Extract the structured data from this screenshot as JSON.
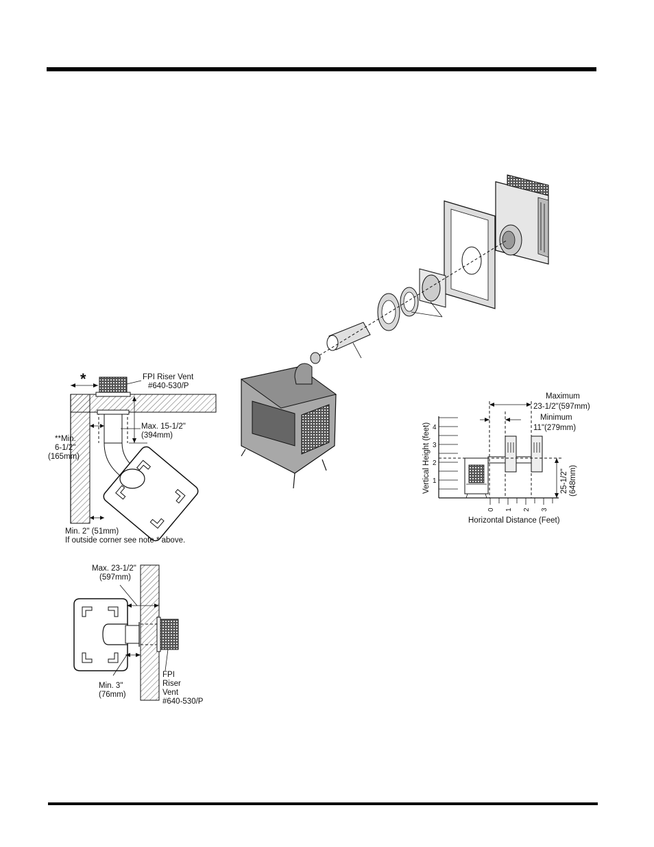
{
  "riser_corner": {
    "star": "*",
    "riser_vent_label": "FPI Riser Vent",
    "riser_vent_part": "#640-530/P",
    "max_label": "Max. 15-1/2\"",
    "max_metric": "(394mm)",
    "min_label_a": "**Min.",
    "min_label_b": "6-1/2\"",
    "min_metric": "(165mm)",
    "min_side_label": "Min. 2\" (51mm)",
    "corner_note": "If outside corner see note * above."
  },
  "graph": {
    "max_label": "Maximum",
    "max_value": "23-1/2\"(597mm)",
    "min_label": "Minimum",
    "min_value": "11\"(279mm)",
    "y_axis_label": "Vertical Height (feet)",
    "x_axis_label": "Horizontal Distance (Feet)",
    "height_label": "25-1/2\"",
    "height_metric": "(648mm)",
    "y_ticks": [
      "1",
      "2",
      "3",
      "4"
    ],
    "x_ticks": [
      "0",
      "1",
      "2",
      "3"
    ]
  },
  "riser_top": {
    "max_label": "Max. 23-1/2\"",
    "max_metric": "(597mm)",
    "min_label": "Min. 3\"",
    "min_metric": "(76mm)",
    "vent_line1": "FPI",
    "vent_line2": "Riser",
    "vent_line3": "Vent",
    "vent_part": "#640-530/P"
  }
}
